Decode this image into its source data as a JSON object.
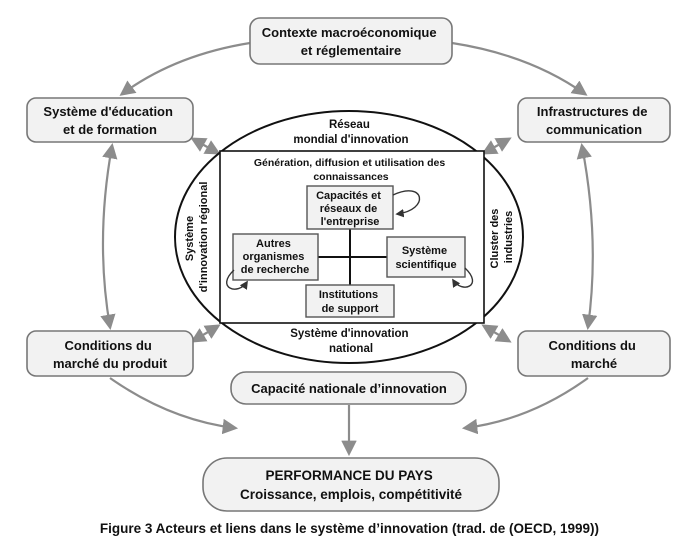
{
  "nodes": {
    "macro": [
      "Contexte macroéconomique",
      "et réglementaire"
    ],
    "education": [
      "Système d'éducation",
      "et de formation"
    ],
    "infrastructure": [
      "Infrastructures de",
      "communication"
    ],
    "market_product": [
      "Conditions du",
      "marché du produit"
    ],
    "market_factor": [
      "Conditions du",
      "marché"
    ],
    "global_network": [
      "Réseau",
      "mondial d'innovation"
    ],
    "knowledge": [
      "Génération, diffusion et utilisation des",
      "connaissances"
    ],
    "firms": [
      "Capacités et",
      "réseaux de",
      "l'entreprise"
    ],
    "other_research": [
      "Autres",
      "organismes",
      "de recherche"
    ],
    "science": [
      "Système",
      "scientifique"
    ],
    "support": [
      "Institutions",
      "de support"
    ],
    "regional": [
      "Système",
      "d'innovation régional"
    ],
    "clusters": [
      "Cluster des",
      "industries"
    ],
    "national_system": [
      "Système d'innovation",
      "national"
    ],
    "national_capacity": [
      "Capacité nationale d’innovation"
    ],
    "performance": [
      "PERFORMANCE DU PAYS",
      "Croissance, emplois, compétitivité"
    ]
  },
  "caption": "Figure 3 Acteurs et liens dans le système d’innovation (trad. de (OECD, 1999))",
  "colors": {
    "arrow": "#8c8c8c",
    "box_fill": "#f2f2f2",
    "box_stroke": "#555555",
    "line": "#111111"
  }
}
